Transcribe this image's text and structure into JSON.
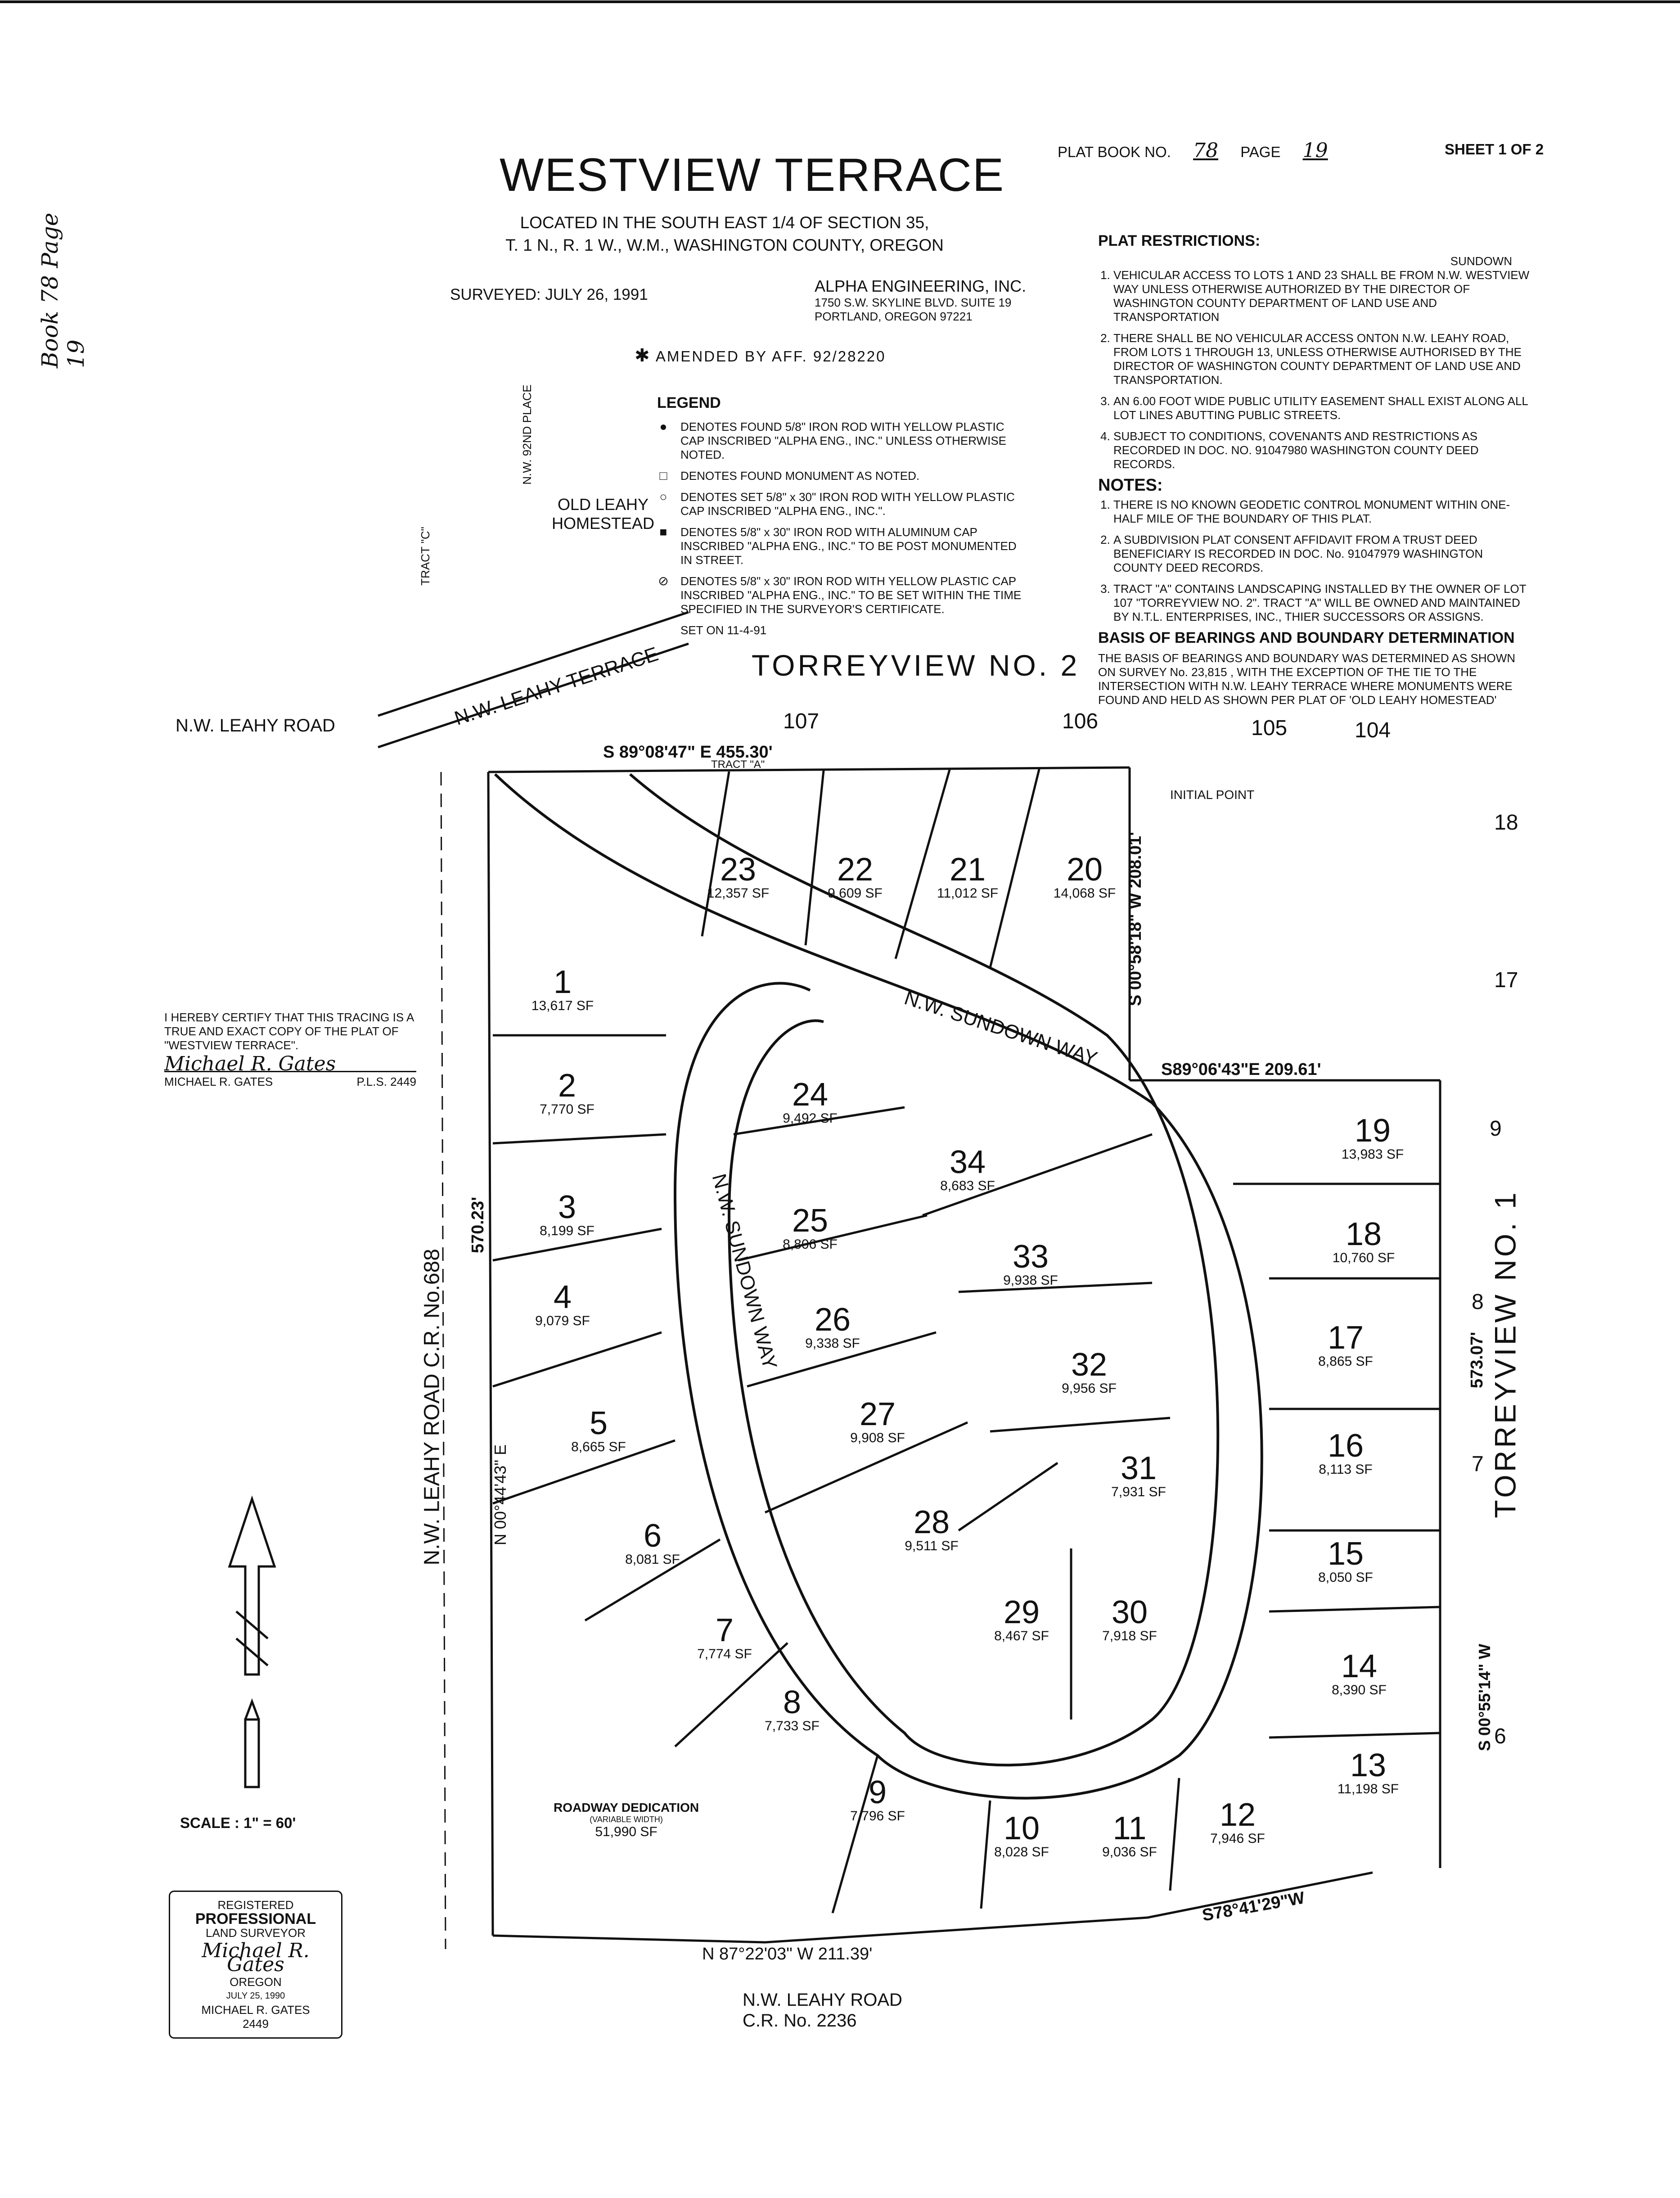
{
  "handwritten_margin": "Book 78 Page 19",
  "header": {
    "plat_book_label": "PLAT BOOK NO.",
    "plat_book_value": "78",
    "page_label": "PAGE",
    "page_value": "19",
    "sheet": "SHEET 1 OF 2",
    "title": "WESTVIEW TERRACE",
    "location_line1": "LOCATED IN THE SOUTH EAST 1/4 OF SECTION 35,",
    "location_line2": "T. 1 N., R. 1 W., W.M., WASHINGTON COUNTY, OREGON",
    "surveyed": "SURVEYED: JULY 26, 1991",
    "firm_name": "ALPHA ENGINEERING, INC.",
    "firm_address1": "1750 S.W. SKYLINE BLVD. SUITE 19",
    "firm_address2": "PORTLAND, OREGON 97221",
    "amended": "AMENDED BY AFF. 92/28220"
  },
  "legend": {
    "title": "LEGEND",
    "items": [
      {
        "symbol": "●",
        "text": "DENOTES FOUND 5/8\" IRON ROD WITH YELLOW PLASTIC CAP INSCRIBED \"ALPHA ENG., INC.\" UNLESS OTHERWISE NOTED."
      },
      {
        "symbol": "□",
        "text": "DENOTES FOUND MONUMENT AS NOTED."
      },
      {
        "symbol": "○",
        "text": "DENOTES SET 5/8\" x 30\" IRON ROD WITH YELLOW PLASTIC CAP INSCRIBED \"ALPHA ENG., INC.\"."
      },
      {
        "symbol": "■",
        "text": "DENOTES 5/8\" x 30\" IRON ROD WITH ALUMINUM CAP INSCRIBED \"ALPHA ENG., INC.\" TO BE POST MONUMENTED IN STREET."
      },
      {
        "symbol": "⊘",
        "text": "DENOTES 5/8\" x 30\" IRON ROD WITH YELLOW PLASTIC CAP INSCRIBED \"ALPHA ENG., INC.\" TO BE SET WITHIN THE TIME SPECIFIED IN THE SURVEYOR'S CERTIFICATE."
      },
      {
        "symbol": "",
        "text": "SET ON 11-4-91"
      }
    ]
  },
  "plat_restrictions": {
    "title": "PLAT RESTRICTIONS:",
    "insert_word": "SUNDOWN",
    "items": [
      "VEHICULAR ACCESS TO LOTS 1 AND 23 SHALL BE FROM N.W. WESTVIEW WAY UNLESS OTHERWISE AUTHORIZED BY THE DIRECTOR OF WASHINGTON COUNTY DEPARTMENT OF LAND USE AND TRANSPORTATION",
      "THERE SHALL BE NO VEHICULAR ACCESS ONTON N.W. LEAHY ROAD, FROM LOTS 1 THROUGH 13, UNLESS OTHERWISE AUTHORISED BY THE DIRECTOR OF WASHINGTON COUNTY DEPARTMENT OF LAND USE AND TRANSPORTATION.",
      "AN 6.00 FOOT WIDE PUBLIC UTILITY EASEMENT SHALL EXIST ALONG ALL LOT LINES ABUTTING PUBLIC STREETS.",
      "SUBJECT TO CONDITIONS, COVENANTS AND RESTRICTIONS AS RECORDED IN DOC. NO. 91047980 WASHINGTON COUNTY DEED RECORDS."
    ]
  },
  "notes": {
    "title": "NOTES:",
    "items": [
      "THERE IS NO KNOWN GEODETIC CONTROL MONUMENT WITHIN ONE-HALF MILE OF THE BOUNDARY OF THIS PLAT.",
      "A SUBDIVISION PLAT CONSENT AFFIDAVIT FROM A TRUST DEED BENEFICIARY IS RECORDED IN DOC. No. 91047979 WASHINGTON COUNTY DEED RECORDS.",
      "TRACT \"A\" CONTAINS LANDSCAPING INSTALLED BY THE OWNER OF LOT 107 \"TORREYVIEW NO. 2\". TRACT \"A\" WILL BE OWNED AND MAINTAINED BY N.T.L. ENTERPRISES, INC., THIER SUCCESSORS OR ASSIGNS."
    ]
  },
  "basis": {
    "title": "BASIS OF BEARINGS AND BOUNDARY DETERMINATION",
    "text": "THE BASIS OF BEARINGS AND BOUNDARY WAS DETERMINED AS SHOWN ON SURVEY No. 23,815 , WITH THE EXCEPTION OF THE TIE TO THE INTERSECTION WITH N.W. LEAHY TERRACE WHERE MONUMENTS WERE FOUND AND HELD AS SHOWN PER PLAT OF 'OLD LEAHY HOMESTEAD'"
  },
  "certification": {
    "text": "I HEREBY CERTIFY THAT THIS TRACING IS A TRUE AND EXACT COPY OF THE PLAT OF \"WESTVIEW TERRACE\".",
    "signature": "Michael R. Gates",
    "name": "MICHAEL R. GATES",
    "pls": "P.L.S. 2449"
  },
  "stamp": {
    "line1": "REGISTERED",
    "line2": "PROFESSIONAL",
    "line3": "LAND SURVEYOR",
    "signature": "Michael R. Gates",
    "line4": "OREGON",
    "line5": "JULY 25, 1990",
    "line6": "MICHAEL R. GATES",
    "line7": "2449"
  },
  "scale": "SCALE : 1\" = 60'",
  "map_labels": {
    "leahy_road_left": "N.W. LEAHY ROAD",
    "leahy_road_cr688": "N.W. LEAHY ROAD C.R. No.688",
    "leahy_road_bottom": "N.W. LEAHY ROAD",
    "leahy_road_bottom_cr": "C.R. No. 2236",
    "leahy_terrace": "N.W. LEAHY TERRACE",
    "torreyview2": "TORREYVIEW NO. 2",
    "torreyview1": "TORREYVIEW NO. 1",
    "sundown_way_top": "N.W. SUNDOWN WAY",
    "sundown_way_inner": "N.W. SUNDOWN WAY",
    "old_leahy": "OLD LEAHY HOMESTEAD",
    "nw_92nd": "N.W. 92ND PLACE",
    "tract_c": "TRACT \"C\"",
    "tract_a": "TRACT \"A\"",
    "roadway_dedication": "ROADWAY DEDICATION",
    "roadway_dedication_sub": "(VARIABLE WIDTH)",
    "roadway_dedication_area": "51,990 SF",
    "initial_point": "INITIAL POINT",
    "top_boundary": "S 89°08'47\" E   455.30'",
    "east_boundary": "S 00°58'18\" W   208.01'",
    "mid_boundary": "S89°06'43\"E  209.61'",
    "east_line_2": "573.07'",
    "west_line": "570.23'",
    "west_bearing": "N 00°44'43\" E",
    "south_line": "N 87°22'03\" W  211.39'",
    "south_east_line": "S78°41'29\"W",
    "east_bearing_lower": "S 00°55'14\" W",
    "adj_lots": [
      "107",
      "106",
      "105",
      "104",
      "18",
      "17",
      "9",
      "8",
      "7",
      "6"
    ]
  },
  "lots": [
    {
      "num": "1",
      "area": "13,617 SF"
    },
    {
      "num": "2",
      "area": "7,770 SF"
    },
    {
      "num": "3",
      "area": "8,199 SF"
    },
    {
      "num": "4",
      "area": "9,079 SF"
    },
    {
      "num": "5",
      "area": "8,665 SF"
    },
    {
      "num": "6",
      "area": "8,081 SF"
    },
    {
      "num": "7",
      "area": "7,774 SF"
    },
    {
      "num": "8",
      "area": "7,733 SF"
    },
    {
      "num": "9",
      "area": "7,796 SF"
    },
    {
      "num": "10",
      "area": "8,028 SF"
    },
    {
      "num": "11",
      "area": "9,036 SF"
    },
    {
      "num": "12",
      "area": "7,946 SF"
    },
    {
      "num": "13",
      "area": "11,198 SF"
    },
    {
      "num": "14",
      "area": "8,390 SF"
    },
    {
      "num": "15",
      "area": "8,050 SF"
    },
    {
      "num": "16",
      "area": "8,113 SF"
    },
    {
      "num": "17",
      "area": "8,865 SF"
    },
    {
      "num": "18",
      "area": "10,760 SF"
    },
    {
      "num": "19",
      "area": "13,983 SF"
    },
    {
      "num": "20",
      "area": "14,068 SF"
    },
    {
      "num": "21",
      "area": "11,012 SF"
    },
    {
      "num": "22",
      "area": "9,609 SF"
    },
    {
      "num": "23",
      "area": "12,357 SF"
    },
    {
      "num": "24",
      "area": "9,492 SF"
    },
    {
      "num": "25",
      "area": "8,806 SF"
    },
    {
      "num": "26",
      "area": "9,338 SF"
    },
    {
      "num": "27",
      "area": "9,908 SF"
    },
    {
      "num": "28",
      "area": "9,511 SF"
    },
    {
      "num": "29",
      "area": "8,467 SF"
    },
    {
      "num": "30",
      "area": "7,918 SF"
    },
    {
      "num": "31",
      "area": "7,931 SF"
    },
    {
      "num": "32",
      "area": "9,956 SF"
    },
    {
      "num": "33",
      "area": "9,938 SF"
    },
    {
      "num": "34",
      "area": "8,683 SF"
    }
  ]
}
